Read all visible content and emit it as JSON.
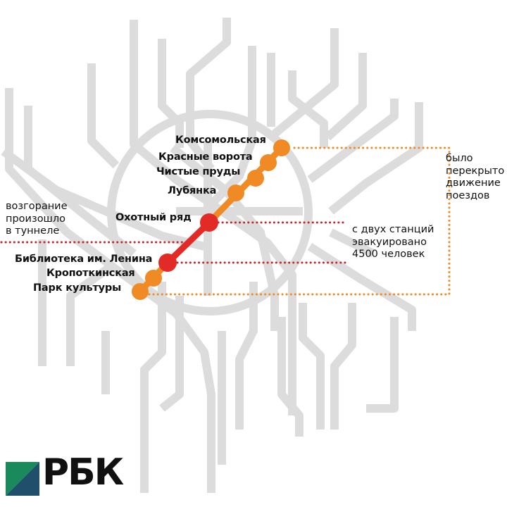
{
  "stations": {
    "komsomolskaya": "Комсомольская",
    "krasnye_vorota": "Красные ворота",
    "chistye_prudy": "Чистые пруды",
    "lubyanka": "Лубянка",
    "okhotny_ryad": "Охотный ряд",
    "biblioteka": "Библиотека им. Ленина",
    "kropotkinskaya": "Кропоткинская",
    "park_kultury": "Парк культуры"
  },
  "notes": {
    "fire": "возгорание\nпроизошло\nв туннеле",
    "blocked": "было\nперекрыто\nдвижение\nпоездов",
    "evacuated": "с двух станций\nэвакуировано\n4500 человек"
  },
  "logo": {
    "text": "РБК"
  },
  "colors": {
    "network_lines": "#dcdcdc",
    "line_orange": "#f08a24",
    "line_red": "#e22b26",
    "callout_orange_dotted": "#f08a24",
    "callout_red_dotted": "#c0282a",
    "logo_green": "#1a8a5c",
    "logo_teal": "#1f4f6a"
  }
}
